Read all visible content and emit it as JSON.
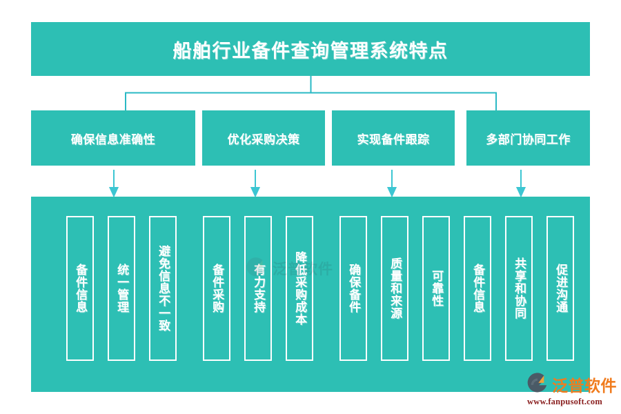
{
  "theme": {
    "teal": "#2dbfb4",
    "teal_line": "#2ab9c4",
    "white": "#ffffff",
    "background": "#ffffff",
    "brand_orange": "#f07c1e",
    "brand_url_color": "#8a2020",
    "brand_mark_dark": "#4a5a66"
  },
  "header": {
    "title": "船舶行业备件查询管理系统特点"
  },
  "categories": [
    {
      "label": "确保信息准确性"
    },
    {
      "label": "优化采购决策"
    },
    {
      "label": "实现备件跟踪"
    },
    {
      "label": "多部门协同工作"
    }
  ],
  "details": [
    {
      "label": "备件信息"
    },
    {
      "label": "统一管理"
    },
    {
      "label": "避免信息不一致"
    },
    {
      "label": "备件采购"
    },
    {
      "label": "有力支持"
    },
    {
      "label": "降低采购成本"
    },
    {
      "label": "确保备件"
    },
    {
      "label": "质量和来源"
    },
    {
      "label": "可靠性"
    },
    {
      "label": "备件信息"
    },
    {
      "label": "共享和协同"
    },
    {
      "label": "促进沟通"
    }
  ],
  "watermark": {
    "text": "泛普软件"
  },
  "brand": {
    "name": "泛普软件",
    "url": "www.fanpusoft.com"
  }
}
